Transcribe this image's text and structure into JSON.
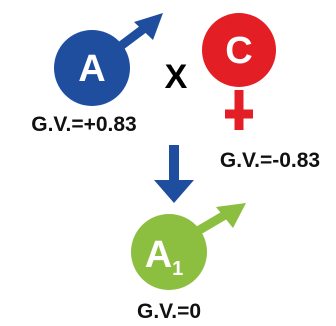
{
  "parents": {
    "male": {
      "letter": "A",
      "gv_label": "G.V.=+0.83",
      "symbol": "male-symbol-icon",
      "color": "#1f4e9f"
    },
    "female": {
      "letter": "C",
      "gv_label": "G.V.=-0.83",
      "symbol": "female-symbol-icon",
      "color": "#e31e24"
    },
    "cross_symbol": "X"
  },
  "offspring": {
    "letter": "A",
    "subscript": "1",
    "gv_label": "G.V.=0",
    "symbol": "male-symbol-icon",
    "color": "#8cbf3f"
  },
  "arrow": {
    "icon": "down-arrow-icon",
    "color": "#1f4e9f"
  }
}
